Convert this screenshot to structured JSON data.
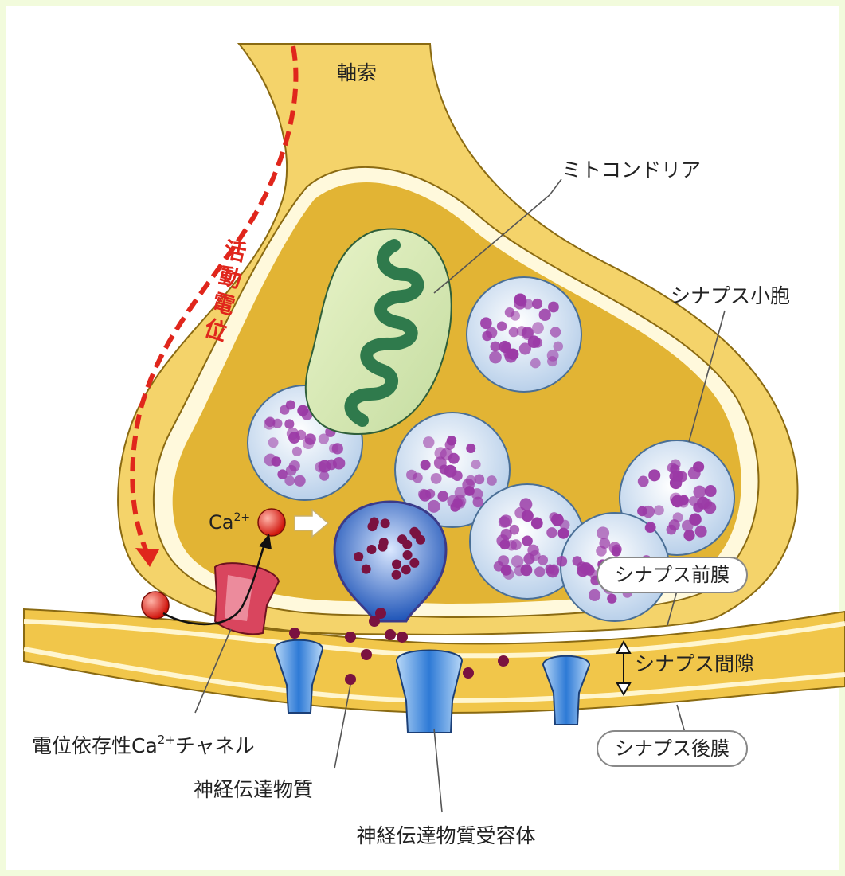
{
  "labels": {
    "axon": "軸索",
    "mitochondria": "ミトコンドリア",
    "synaptic_vesicle": "シナプス小胞",
    "action_potential": [
      "活",
      "動",
      "電",
      "位"
    ],
    "ca_ion": "Ca",
    "ca_superscript": "2+",
    "presynaptic_membrane": "シナプス前膜",
    "synaptic_cleft": "シナプス間隙",
    "postsynaptic_membrane": "シナプス後膜",
    "ca_channel_prefix": "電位依存性Ca",
    "ca_channel_sup": "2+",
    "ca_channel_suffix": "チャネル",
    "neurotransmitter": "神経伝達物質",
    "neurotransmitter_receptor": "神経伝達物質受容体"
  },
  "colors": {
    "background": "#f2fbdc",
    "axoplasm": "#e2b434",
    "membrane": "#f6d86a",
    "vesicle": "#dde9f6",
    "vesicle_dots": "#9b3aa6",
    "mitochondria": "#2f7a4c",
    "action_potential_arrow": "#e0261c",
    "receptor": "#1d5fc0",
    "ca_channel": "#d9455e"
  }
}
